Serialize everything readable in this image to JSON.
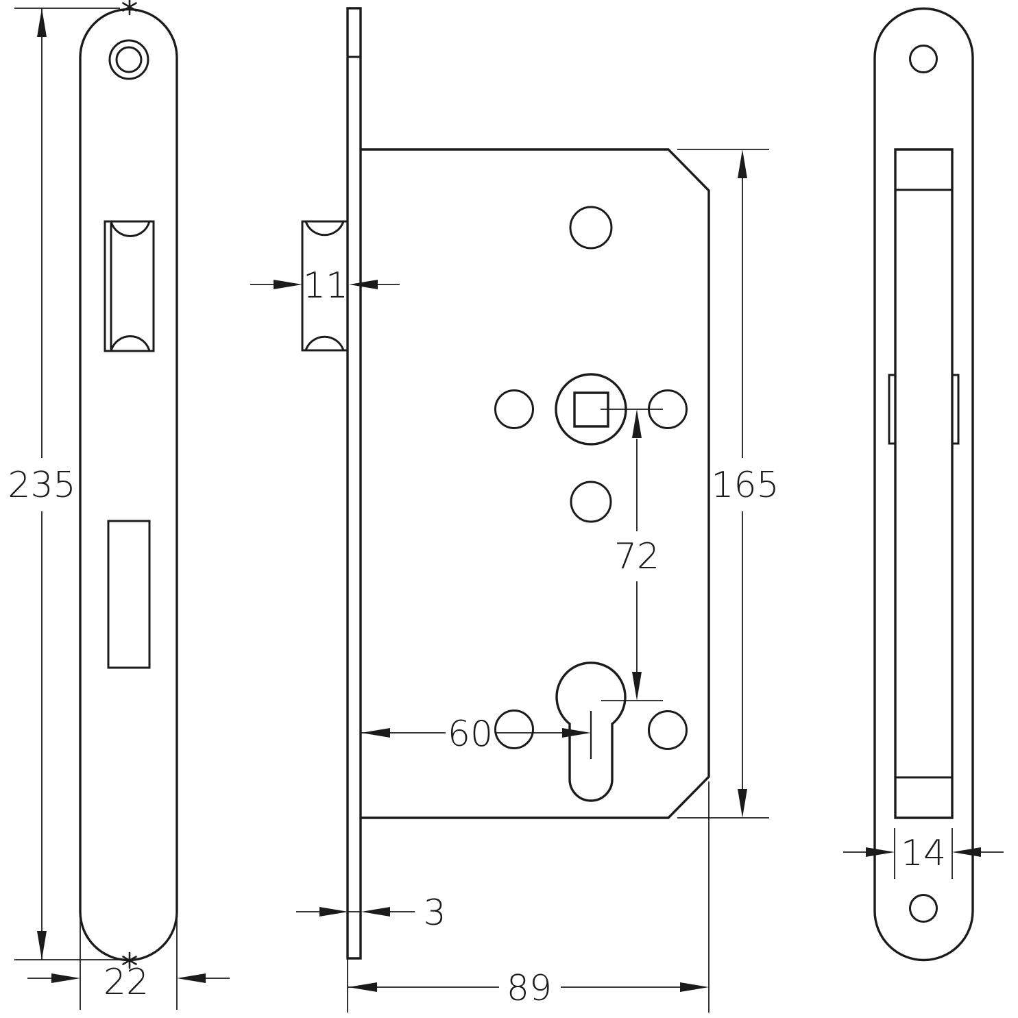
{
  "drawing": {
    "type": "technical-drawing-mortise-lock",
    "background_color": "#ffffff",
    "line_color": "#1b1b1b",
    "dimensions": {
      "faceplate_height": "235",
      "faceplate_width": "22",
      "latch_projection": "11",
      "faceplate_thickness": "3",
      "case_depth": "89",
      "backset": "60",
      "spindle_to_cylinder": "72",
      "case_height": "165",
      "case_width": "14"
    },
    "icons": {
      "reference_mark_top": "asterisk-mark",
      "reference_mark_bottom": "asterisk-mark"
    },
    "views": {
      "front": "faceplate front view",
      "side": "lock case side view",
      "back": "lock case back view"
    }
  }
}
